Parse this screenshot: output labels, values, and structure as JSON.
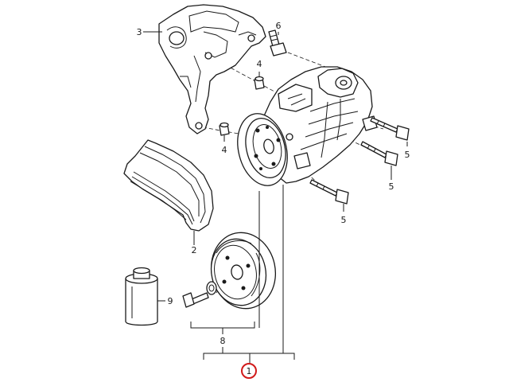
{
  "callouts": {
    "c1": "1",
    "c2": "2",
    "c3": "3",
    "c4a": "4",
    "c4b": "4",
    "c5a": "5",
    "c5b": "5",
    "c5c": "5",
    "c6": "6",
    "c8": "8",
    "c9": "9"
  },
  "colors": {
    "line": "#1a1a1a",
    "highlight": "#d11a1a",
    "background": "#ffffff"
  }
}
